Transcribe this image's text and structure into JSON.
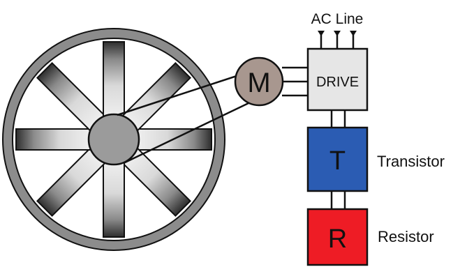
{
  "diagram": {
    "power_label": "AC Line",
    "motor_label": "M",
    "drive_label": "DRIVE",
    "transistor_block_label": "T",
    "transistor_caption": "Transistor",
    "resistor_block_label": "R",
    "resistor_caption": "Resistor"
  },
  "colors": {
    "fan_ring": "#8c8c8c",
    "fan_hub": "#9b9b9b",
    "motor": "#a8978f",
    "drive_box": "#e6e6e6",
    "transistor_box": "#2b5cb3",
    "resistor_box": "#ee1c25",
    "block_text": "#ffffff",
    "line": "#111111"
  }
}
